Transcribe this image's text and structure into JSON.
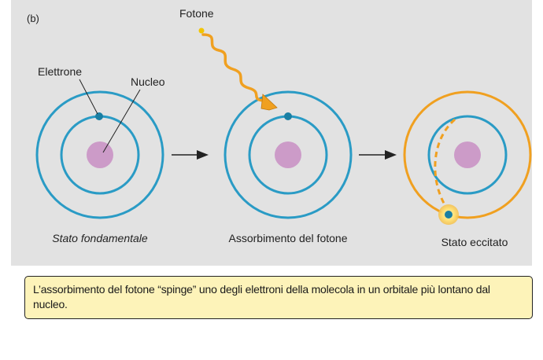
{
  "panel_label": "(b)",
  "labels": {
    "photon": "Fotone",
    "electron": "Elettrone",
    "nucleus": "Nucleo"
  },
  "stages": [
    {
      "caption": "Stato fondamentale"
    },
    {
      "caption": "Assorbimento del fotone"
    },
    {
      "caption": "Stato eccitato"
    }
  ],
  "caption": "L’assorbimento del fotone “spinge” uno degli elettroni della molecola in un orbitale più lontano dal nucleo.",
  "colors": {
    "orbit": "#2a9bc5",
    "nucleus": "#cc9bc8",
    "electron": "#1a7fa3",
    "photon": "#f0a020",
    "excited_orbit": "#f0a020",
    "panel": "#e2e2e2",
    "caption_bg": "#fdf3b9"
  }
}
